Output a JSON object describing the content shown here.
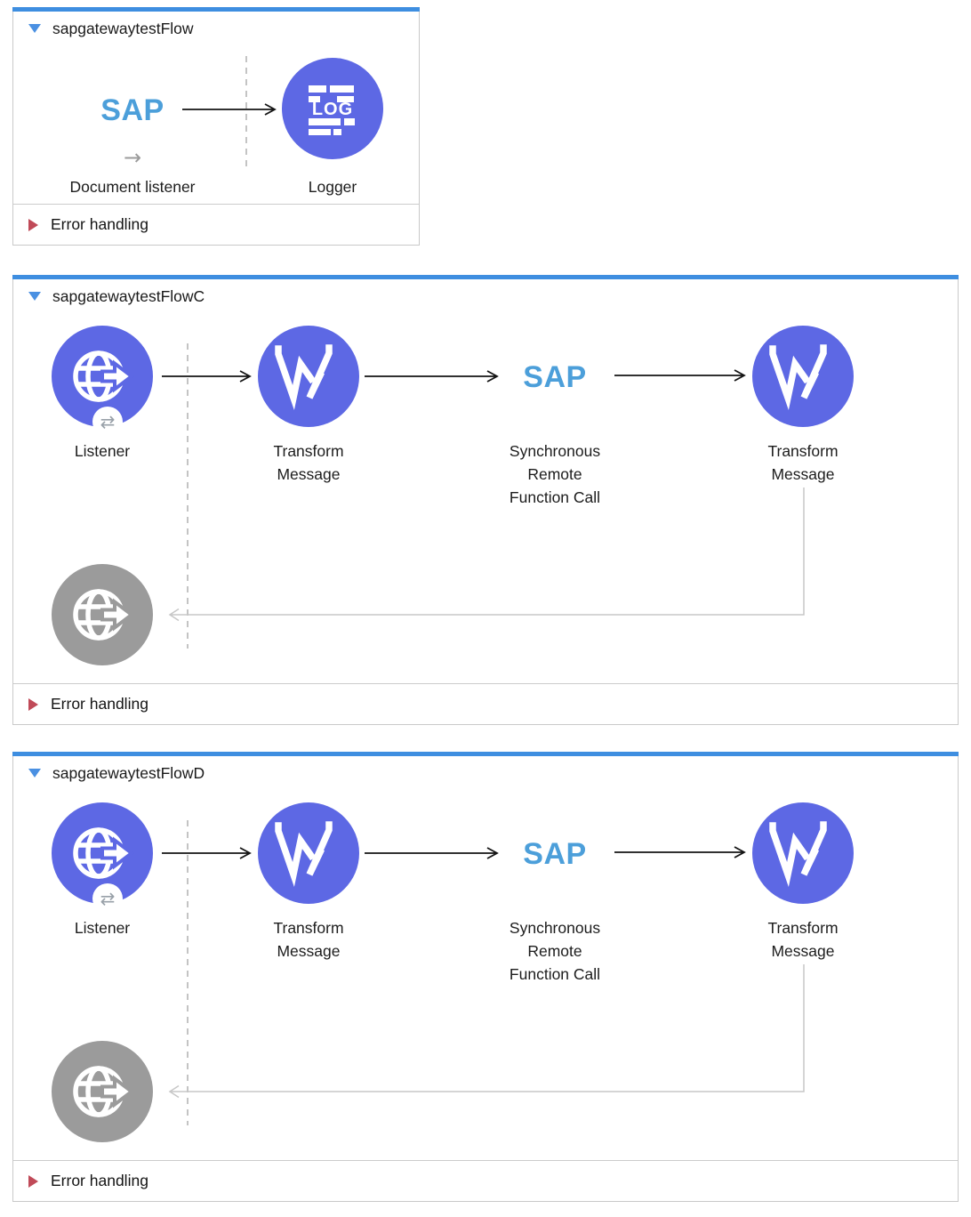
{
  "colors": {
    "accent_blue": "#3e8ee0",
    "node_indigo": "#5d68e4",
    "node_gray": "#9b9b9b",
    "sap_blue": "#4c9fda",
    "error_red": "#c04a58",
    "connector_gray": "#c7c7c7"
  },
  "flows": [
    {
      "title": "sapgatewaytestFlow",
      "error_label": "Error handling",
      "nodes": {
        "sap_source": {
          "brand": "SAP",
          "label": "Document listener",
          "arrow_glyph": "→"
        },
        "logger": {
          "label": "Logger",
          "icon_text": "LOG"
        }
      }
    },
    {
      "title": "sapgatewaytestFlowC",
      "error_label": "Error handling",
      "nodes": {
        "listener": {
          "label": "Listener",
          "badge_glyph": "⇄"
        },
        "transform1": {
          "label": "Transform Message"
        },
        "sap": {
          "brand": "SAP",
          "label": "Synchronous Remote Function Call"
        },
        "transform2": {
          "label": "Transform Message"
        },
        "listener_response": {
          "label": ""
        }
      }
    },
    {
      "title": "sapgatewaytestFlowD",
      "error_label": "Error handling",
      "nodes": {
        "listener": {
          "label": "Listener",
          "badge_glyph": "⇄"
        },
        "transform1": {
          "label": "Transform Message"
        },
        "sap": {
          "brand": "SAP",
          "label": "Synchronous Remote Function Call"
        },
        "transform2": {
          "label": "Transform Message"
        },
        "listener_response": {
          "label": ""
        }
      }
    }
  ]
}
